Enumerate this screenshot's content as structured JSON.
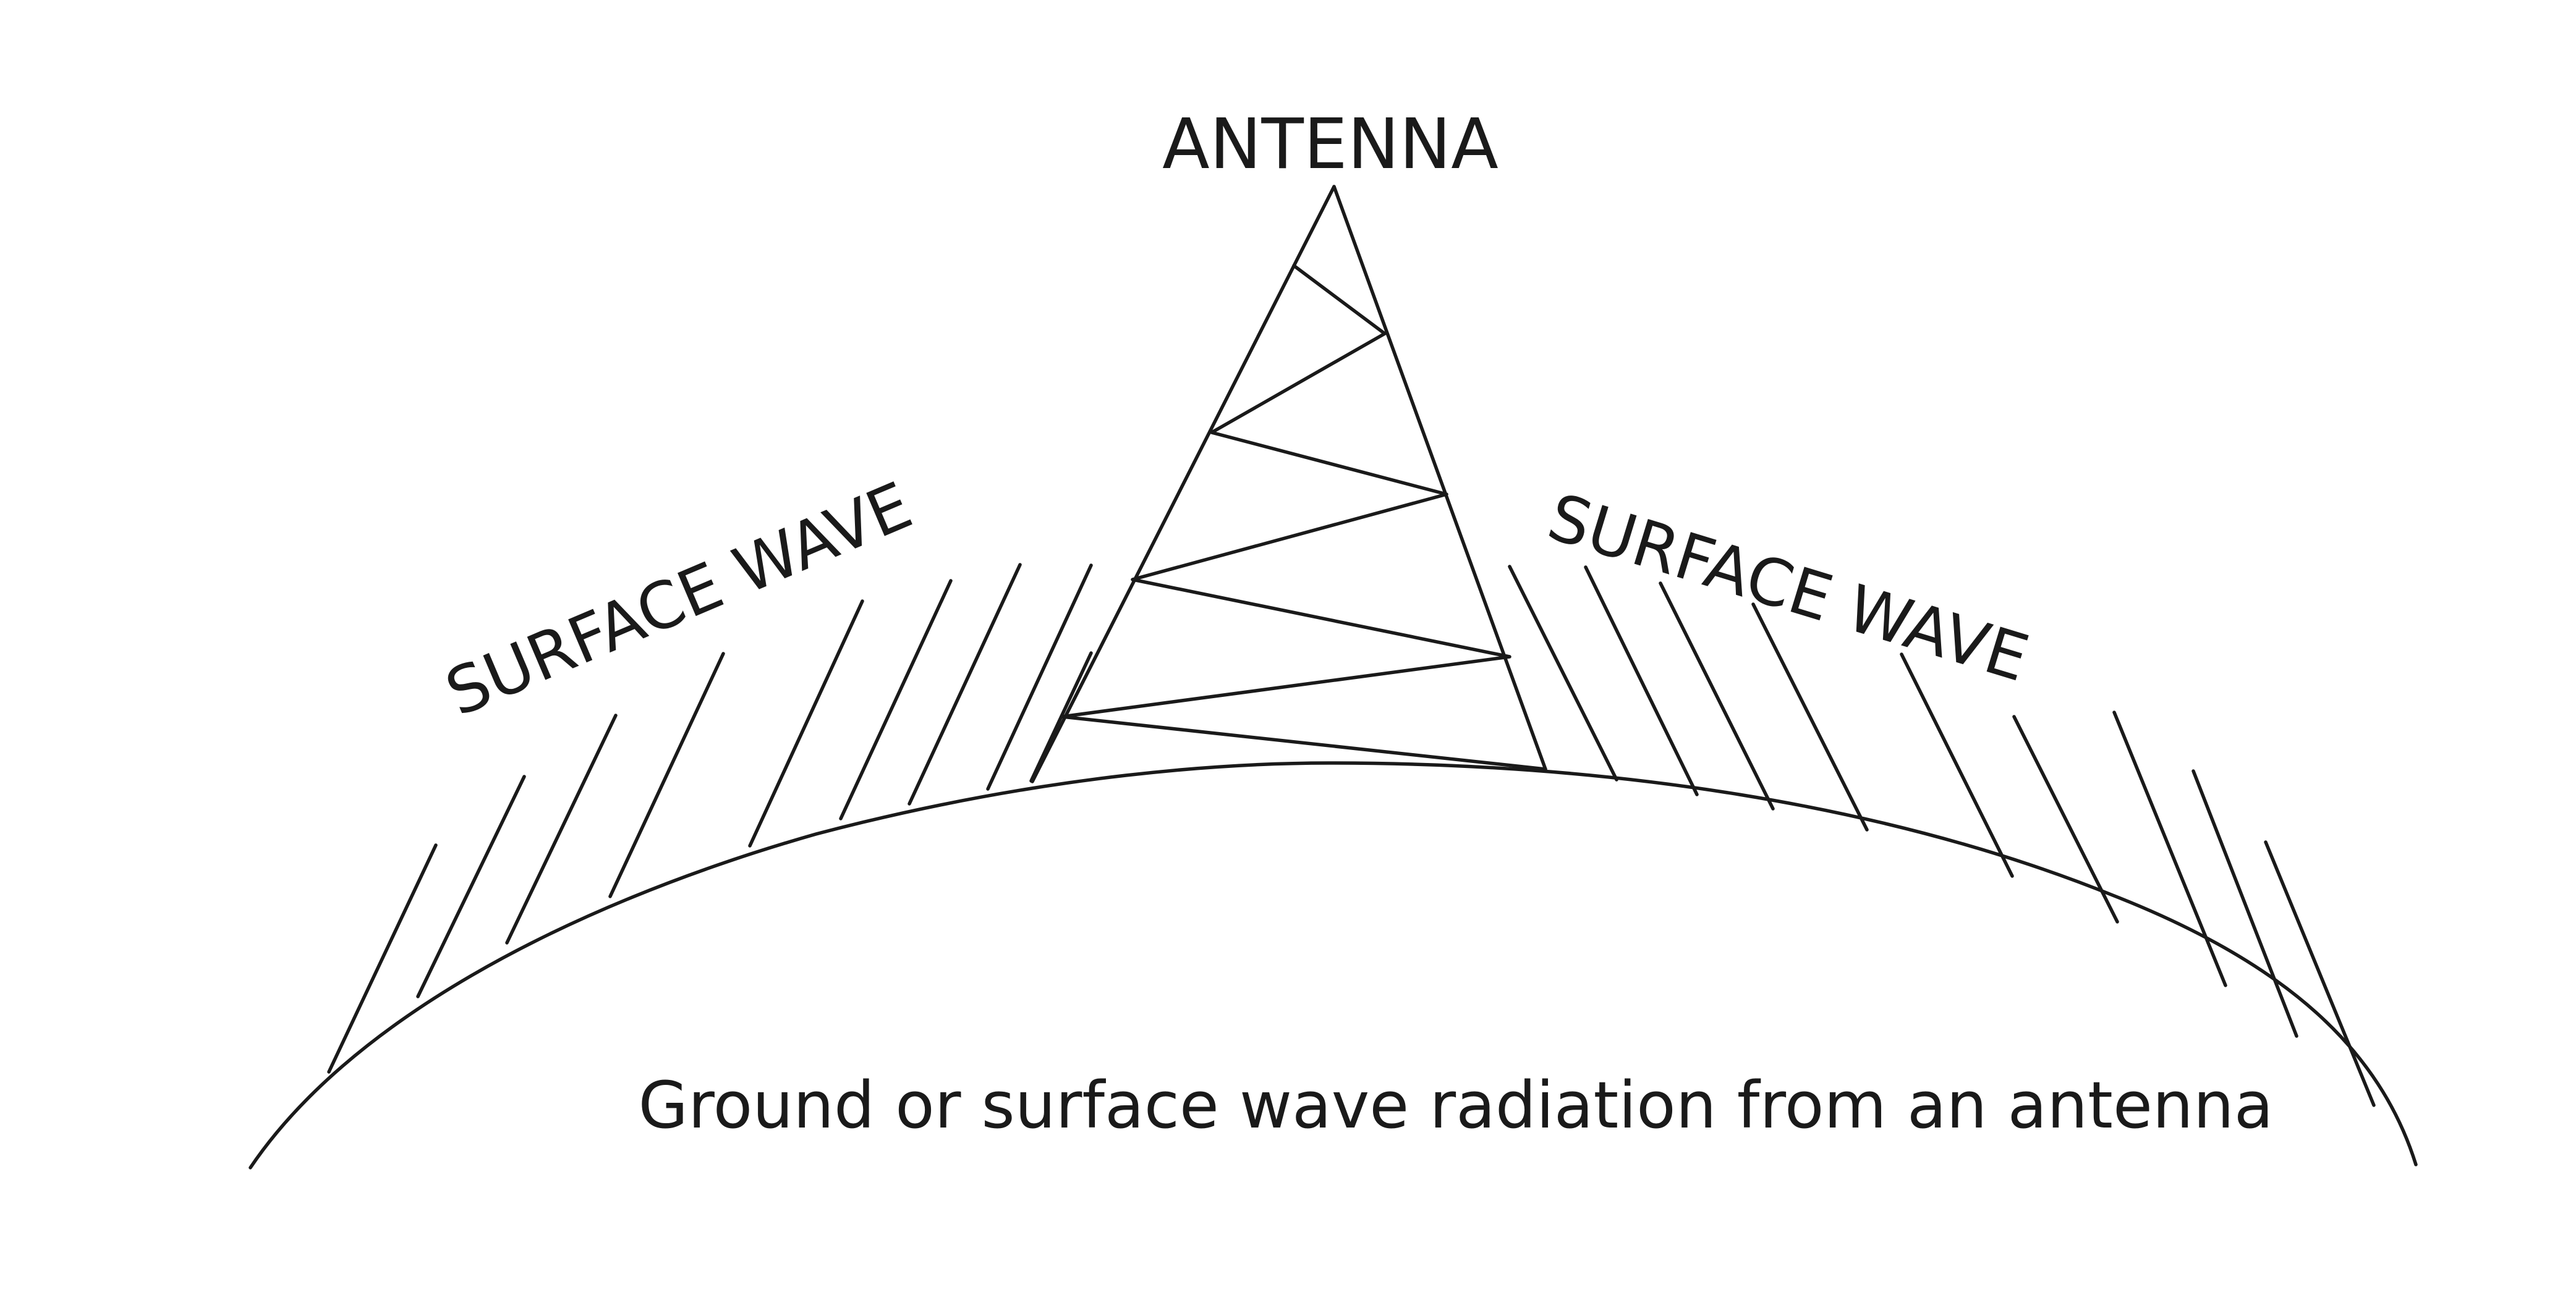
{
  "diagram": {
    "antenna_label": "ANTENNA",
    "left_wave_label": "SURFACE WAVE",
    "right_wave_label": "SURFACE WAVE",
    "caption": "Ground or surface wave radiation from an antenna"
  },
  "colors": {
    "line": "#1a1a1a",
    "background": "#ffffff"
  }
}
